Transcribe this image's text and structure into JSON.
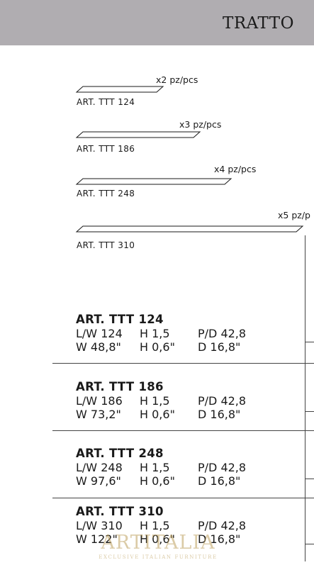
{
  "header": {
    "title": "TRATTO"
  },
  "shelves": [
    {
      "qty": "x2 pz/pcs",
      "label": "ART. TTT 124"
    },
    {
      "qty": "x3 pz/pcs",
      "label": "ART. TTT 186"
    },
    {
      "qty": "x4 pz/pcs",
      "label": "ART. TTT 248"
    },
    {
      "qty": "x5 pz/p",
      "label": "ART. TTT 310"
    }
  ],
  "specs": [
    {
      "title": "ART. TTT 124",
      "lw": "L/W 124",
      "h": "H 1,5",
      "pd": "P/D 42,8",
      "w": "W 48,8\"",
      "h_in": "H 0,6\"",
      "d": "D 16,8\""
    },
    {
      "title": "ART. TTT 186",
      "lw": "L/W 186",
      "h": "H 1,5",
      "pd": "P/D 42,8",
      "w": "W 73,2\"",
      "h_in": "H 0,6\"",
      "d": "D 16,8\""
    },
    {
      "title": "ART. TTT 248",
      "lw": "L/W 248",
      "h": "H 1,5",
      "pd": "P/D 42,8",
      "w": "W 97,6\"",
      "h_in": "H 0,6\"",
      "d": "D 16,8\""
    },
    {
      "title": "ART. TTT 310",
      "lw": "L/W 310",
      "h": "H 1,5",
      "pd": "P/D 42,8",
      "w": "W 122\"",
      "h_in": "H 0,6\"",
      "d": "D 16,8\""
    }
  ],
  "watermark": {
    "text": "ARTITALIA",
    "subtitle": "EXCLUSIVE ITALIAN FURNITURE"
  }
}
